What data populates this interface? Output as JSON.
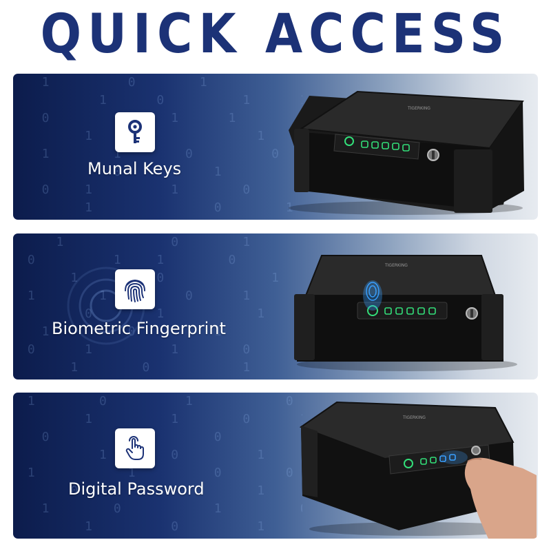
{
  "headline": "QUICK ACCESS",
  "panels": [
    {
      "label": "Munal Keys",
      "icon": "key-icon"
    },
    {
      "label": "Biometric Fingerprint",
      "icon": "fingerprint-icon"
    },
    {
      "label": "Digital Password",
      "icon": "touch-hand-icon"
    }
  ],
  "brand_text": "TIGERKING",
  "colors": {
    "headline": "#1c3277",
    "icon": "#1c3277",
    "panel_dark": "#0c1c4c",
    "panel_light": "#e7ebf0",
    "keypad_glow": "#33e07a",
    "fingerprint_glow": "#3aa0ff"
  }
}
